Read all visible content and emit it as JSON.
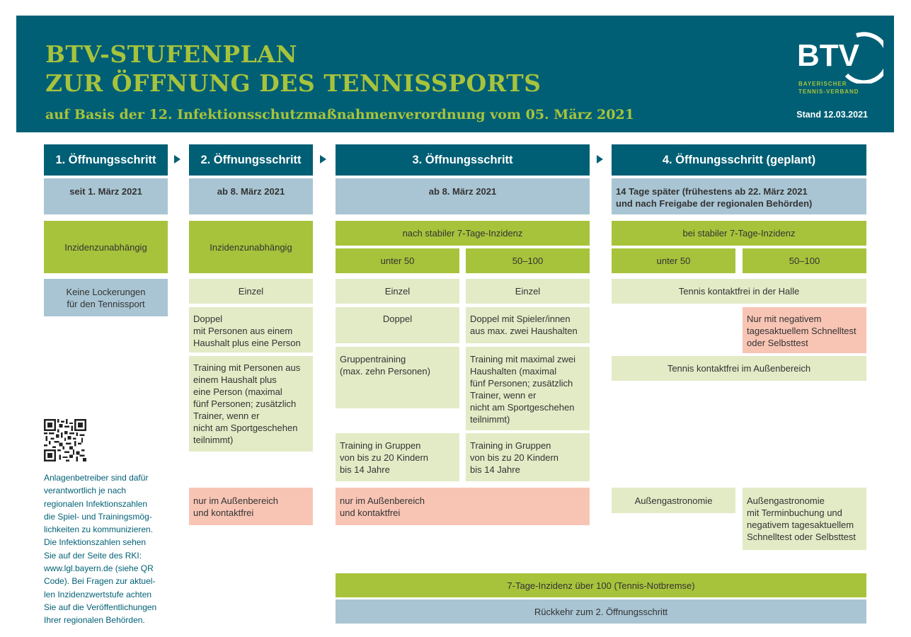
{
  "header": {
    "title_line1": "BTV-STUFENPLAN",
    "title_line2": "ZUR ÖFFNUNG DES TENNISSPORTS",
    "subtitle": "auf Basis der 12. Infektionsschutzmaßnahmenverordnung vom 05. März 2021",
    "stand": "Stand 12.03.2021",
    "logo_text": "BTV",
    "logo_sub1": "BAYERISCHER",
    "logo_sub2": "TENNIS-VERBAND"
  },
  "colors": {
    "header_bg": "#005f75",
    "accent_green": "#a7c33b",
    "light_green": "#e2ebc6",
    "blue": "#a9c5d3",
    "pink": "#f8c5b5"
  },
  "steps": [
    {
      "label": "1. Öffnungsschritt",
      "date": "seit 1. März 2021"
    },
    {
      "label": "2. Öffnungsschritt",
      "date": "ab 8. März 2021"
    },
    {
      "label": "3. Öffnungsschritt",
      "date": "ab 8. März 2021"
    },
    {
      "label": "4. Öffnungsschritt (geplant)",
      "date_line1": "14 Tage später (frühestens ab 22. März 2021",
      "date_line2": "und nach Freigabe der regionalen Behörden)"
    }
  ],
  "s1": {
    "incidence": "Inzidenzunabhängig",
    "no_relax_line1": "Keine Lockerungen",
    "no_relax_line2": "für den Tennissport"
  },
  "s2": {
    "incidence": "Inzidenzunabhängig",
    "einzel": "Einzel",
    "doppel": [
      "Doppel",
      "mit Personen aus einem",
      "Haushalt plus eine Person"
    ],
    "training": [
      "Training mit Personen aus",
      "einem Haushalt plus",
      "eine Person (maximal",
      "fünf Personen; zusätzlich",
      "Trainer, wenn er",
      "nicht am Sportgeschehen",
      "teilnimmt)"
    ],
    "outdoor": [
      "nur im Außenbereich",
      "und kontaktfrei"
    ]
  },
  "s3": {
    "incidence": "nach stabiler 7-Tage-Inzidenz",
    "under50": "unter 50",
    "range": "50–100",
    "einzel_a": "Einzel",
    "einzel_b": "Einzel",
    "doppel_a": "Doppel",
    "doppel_b": [
      "Doppel mit Spieler/innen",
      "aus max. zwei Haushalten"
    ],
    "group_a": [
      "Gruppentraining",
      "(max. zehn Personen)"
    ],
    "group_b": [
      "Training mit maximal zwei",
      "Haushalten (maximal",
      "fünf Personen; zusätzlich",
      "Trainer, wenn er",
      "nicht am Sportgeschehen",
      "teilnimmt)"
    ],
    "kids_a": [
      "Training in Gruppen",
      "von bis zu 20 Kindern",
      "bis 14 Jahre"
    ],
    "kids_b": [
      "Training in Gruppen",
      "von bis zu 20 Kindern",
      "bis 14 Jahre"
    ],
    "outdoor": [
      "nur im Außenbereich",
      "und kontaktfrei"
    ]
  },
  "s4": {
    "incidence": "bei stabiler 7-Tage-Inzidenz",
    "under50": "unter 50",
    "range": "50–100",
    "hall": "Tennis kontaktfrei in der Halle",
    "test": [
      "Nur mit negativem",
      "tagesaktuellem Schnelltest",
      "oder Selbsttest"
    ],
    "outdoor": "Tennis kontaktfrei im Außenbereich",
    "gastro_a": "Außengastronomie",
    "gastro_b": [
      "Außengastronomie",
      "mit Terminbuchung und",
      "negativem tagesaktuellem",
      "Schnelltest oder Selbsttest"
    ]
  },
  "bottom": {
    "notbremse": "7-Tage-Inzidenz über 100 (Tennis-Notbremse)",
    "return": "Rückkehr zum 2. Öffnungsschritt"
  },
  "sidenote": [
    "Anlagenbetreiber sind dafür",
    "verantwortlich je nach",
    "regionalen Infektionszahlen",
    "die Spiel- und Trainingsmög-",
    "lichkeiten zu kommunizieren.",
    "Die Infektionszahlen sehen",
    "Sie auf der Seite des RKI:",
    "www.lgl.bayern.de (siehe QR",
    "Code). Bei Fragen zur aktuel-",
    "len Inzidenzwertstufe achten",
    "Sie auf die Veröffentlichungen",
    "Ihrer regionalen Behörden."
  ]
}
